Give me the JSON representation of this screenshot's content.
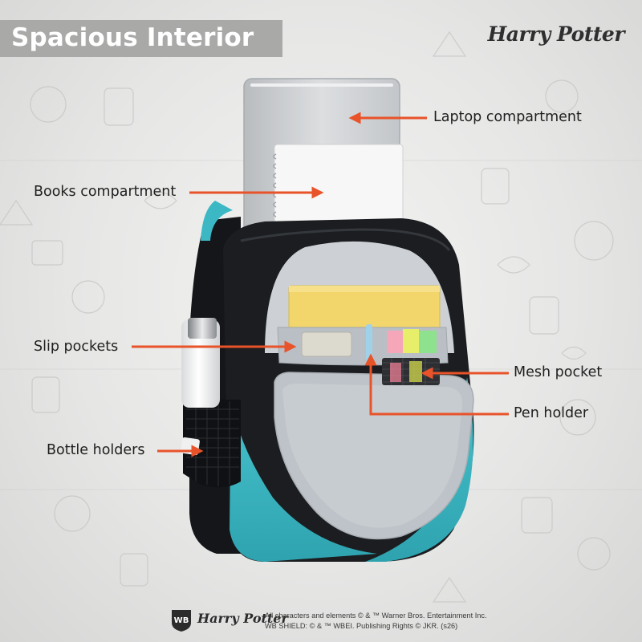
{
  "header": {
    "title": "Spacious Interior",
    "brand_logo": "Harry Potter"
  },
  "callouts": {
    "laptop": "Laptop compartment",
    "books": "Books compartment",
    "slip": "Slip pockets",
    "mesh": "Mesh pocket",
    "pen": "Pen holder",
    "bottle": "Bottle holders"
  },
  "footer": {
    "wb_logo": "WB",
    "brand_logo": "Harry Potter",
    "legal_line1": "All characters and elements © & ™ Warner Bros. Entertainment Inc.",
    "legal_line2": "WB SHIELD: © & ™ WBEI. Publishing Rights © JKR. (s26)"
  },
  "colors": {
    "arrow": "#e8532a",
    "backpack_black": "#1b1d20",
    "backpack_teal": "#3bb8c4",
    "lining_grey": "#c9cdd1",
    "title_bar": "#a9aaa8"
  }
}
